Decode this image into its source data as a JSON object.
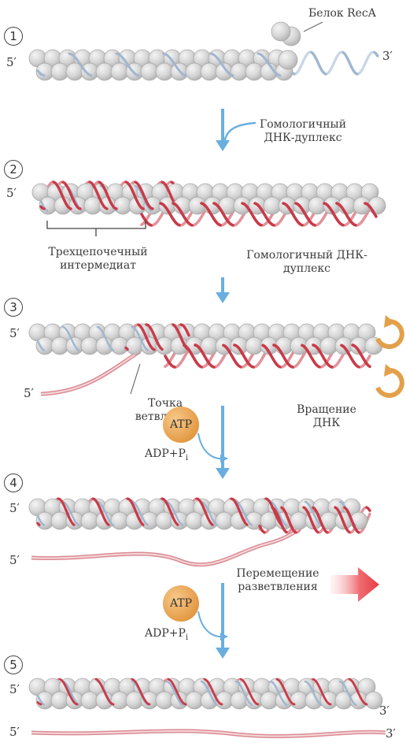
{
  "protein_label": "Белок RecA",
  "homologous_duplex_arrow": "Гомологичный ДНК-дуплекс",
  "triplex_label": "Трехцепочечный интермедиат",
  "homologous_duplex_label": "Гомологичный ДНК-дуплекс",
  "branch_point_label": "Точка ветвления",
  "rotation_label": "Вращение ДНК",
  "migration_label": "Перемещение разветвления",
  "atp_label": "ATP",
  "adp_label": "ADP+P",
  "adp_sub": "i",
  "five_prime": "5′",
  "three_prime": "3′",
  "steps": [
    "1",
    "2",
    "3",
    "4",
    "5"
  ],
  "colors": {
    "protein": "#d9d9d9",
    "protein_edge": "#a9a9a9",
    "red_dna": "#c93a48",
    "blue_dna": "#9fb6cf",
    "arrow": "#6aaee0",
    "atp": "#e8a255",
    "migration_arrow": "#e8434a",
    "rotation_arrow": "#e2a04a"
  }
}
